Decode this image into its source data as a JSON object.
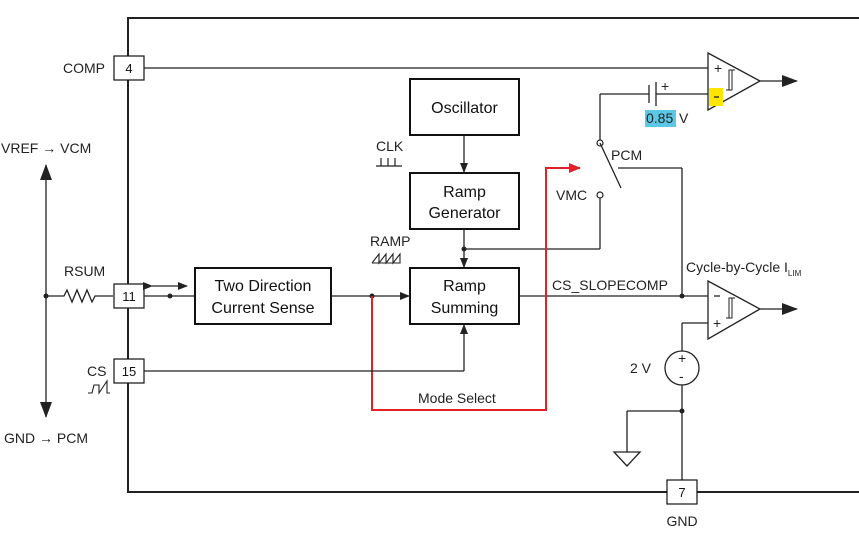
{
  "blocks": {
    "oscillator": "Oscillator",
    "ramp_generator": [
      "Ramp",
      "Generator"
    ],
    "ramp_summing": [
      "Ramp",
      "Summing"
    ],
    "current_sense": [
      "Two Direction",
      "Current Sense"
    ]
  },
  "pins": {
    "comp": {
      "number": "4",
      "name": "COMP"
    },
    "rsum": {
      "number": "11",
      "name": "RSUM"
    },
    "cs": {
      "number": "15",
      "name": "CS"
    },
    "gnd": {
      "number": "7",
      "name": "GND"
    }
  },
  "labels": {
    "vref_vcm": "VREF → VCM",
    "gnd_pcm": "GND → PCM",
    "clk": "CLK",
    "ramp": "RAMP",
    "pcm": "PCM",
    "vmc": "VMC",
    "cs_slopecomp": "CS_SLOPECOMP",
    "mode_select": "Mode Select",
    "cycle_limit": "Cycle-by-Cycle I",
    "cycle_limit_sub": "LIM",
    "source_2v": "2 V",
    "ref_voltage_value": "0.85",
    "ref_voltage_unit": "V",
    "plus": "+",
    "minus": "-"
  },
  "colors": {
    "mode_select_path": "#e32028",
    "highlight_yellow": "#ffe600",
    "highlight_cyan": "#5dc8e6"
  }
}
